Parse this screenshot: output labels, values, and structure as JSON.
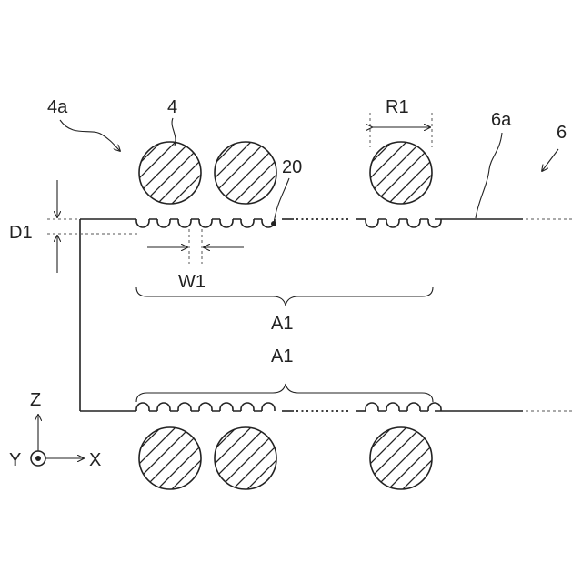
{
  "labels": {
    "assembly": "4a",
    "conductor": "4",
    "reference_20": "20",
    "radius": "R1",
    "surface": "6a",
    "body": "6",
    "depth": "D1",
    "width": "W1",
    "area_top": "A1",
    "area_bottom": "A1"
  },
  "axes": {
    "z": "Z",
    "y": "Y",
    "x": "X"
  }
}
